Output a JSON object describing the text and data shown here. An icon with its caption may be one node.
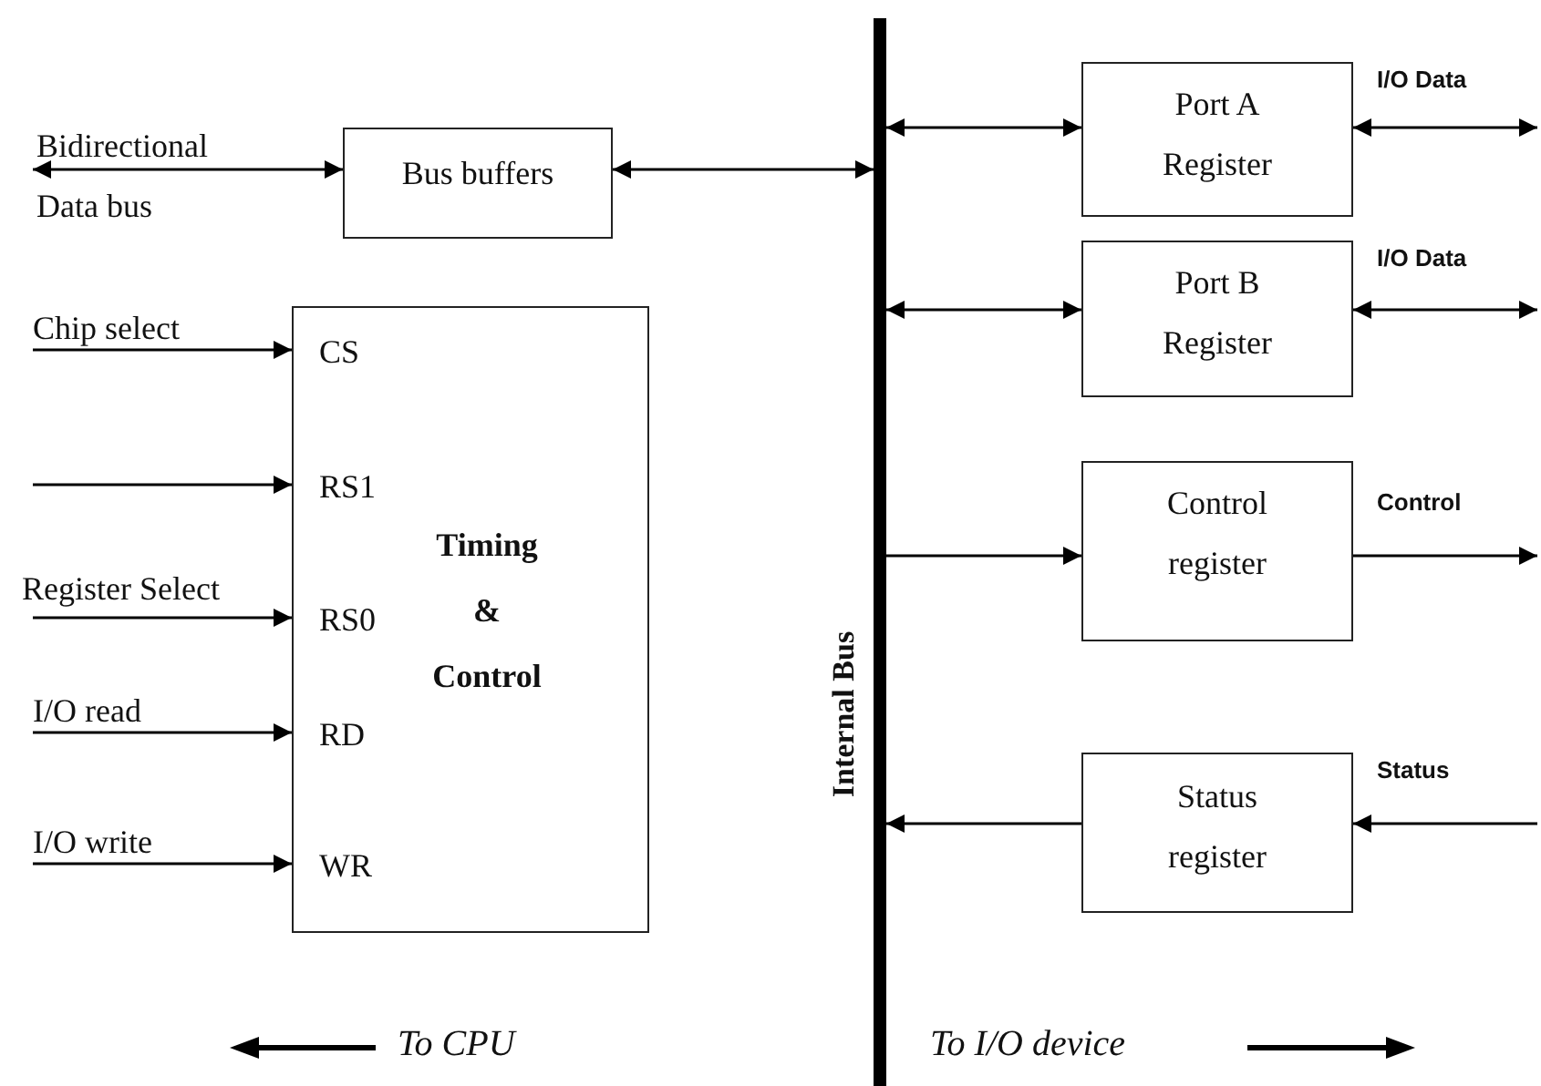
{
  "diagram": {
    "nodes": [
      {
        "text": [
          "Bus buffers"
        ]
      },
      {
        "text": [
          "CS",
          "RS1",
          "RS0",
          "RD",
          "WR",
          "Timing & Control"
        ]
      },
      {
        "text": [
          "Internal Bus"
        ]
      },
      {
        "text": [
          "Port A Register"
        ]
      },
      {
        "text": [
          "Port B Register"
        ]
      },
      {
        "text": [
          "Control register"
        ]
      },
      {
        "text": [
          "Status register"
        ]
      }
    ],
    "edges": [
      {
        "from": null,
        "to": 0,
        "arrow": "both",
        "label": "Bidirectional Data bus"
      },
      {
        "from": 0,
        "to": 2,
        "arrow": "both"
      },
      {
        "from": null,
        "to": 1,
        "arrow": "to",
        "label": "Chip select"
      },
      {
        "from": null,
        "to": 1,
        "arrow": "to"
      },
      {
        "from": null,
        "to": 1,
        "arrow": "to",
        "label": "Register Select"
      },
      {
        "from": null,
        "to": 1,
        "arrow": "to",
        "label": "I/O read"
      },
      {
        "from": null,
        "to": 1,
        "arrow": "to",
        "label": "I/O write"
      },
      {
        "from": 2,
        "to": 3,
        "arrow": "both"
      },
      {
        "from": 2,
        "to": 4,
        "arrow": "both"
      },
      {
        "from": 2,
        "to": 5,
        "arrow": "to"
      },
      {
        "from": 6,
        "to": 2,
        "arrow": "to"
      },
      {
        "from": 3,
        "to": null,
        "arrow": "both",
        "label": "I/O Data"
      },
      {
        "from": 4,
        "to": null,
        "arrow": "both",
        "label": "I/O Data"
      },
      {
        "from": 5,
        "to": null,
        "arrow": "to",
        "label": "Control"
      },
      {
        "from": null,
        "to": 6,
        "arrow": "to",
        "label": "Status"
      }
    ],
    "labels": [
      "To CPU",
      "To I/O device"
    ]
  }
}
